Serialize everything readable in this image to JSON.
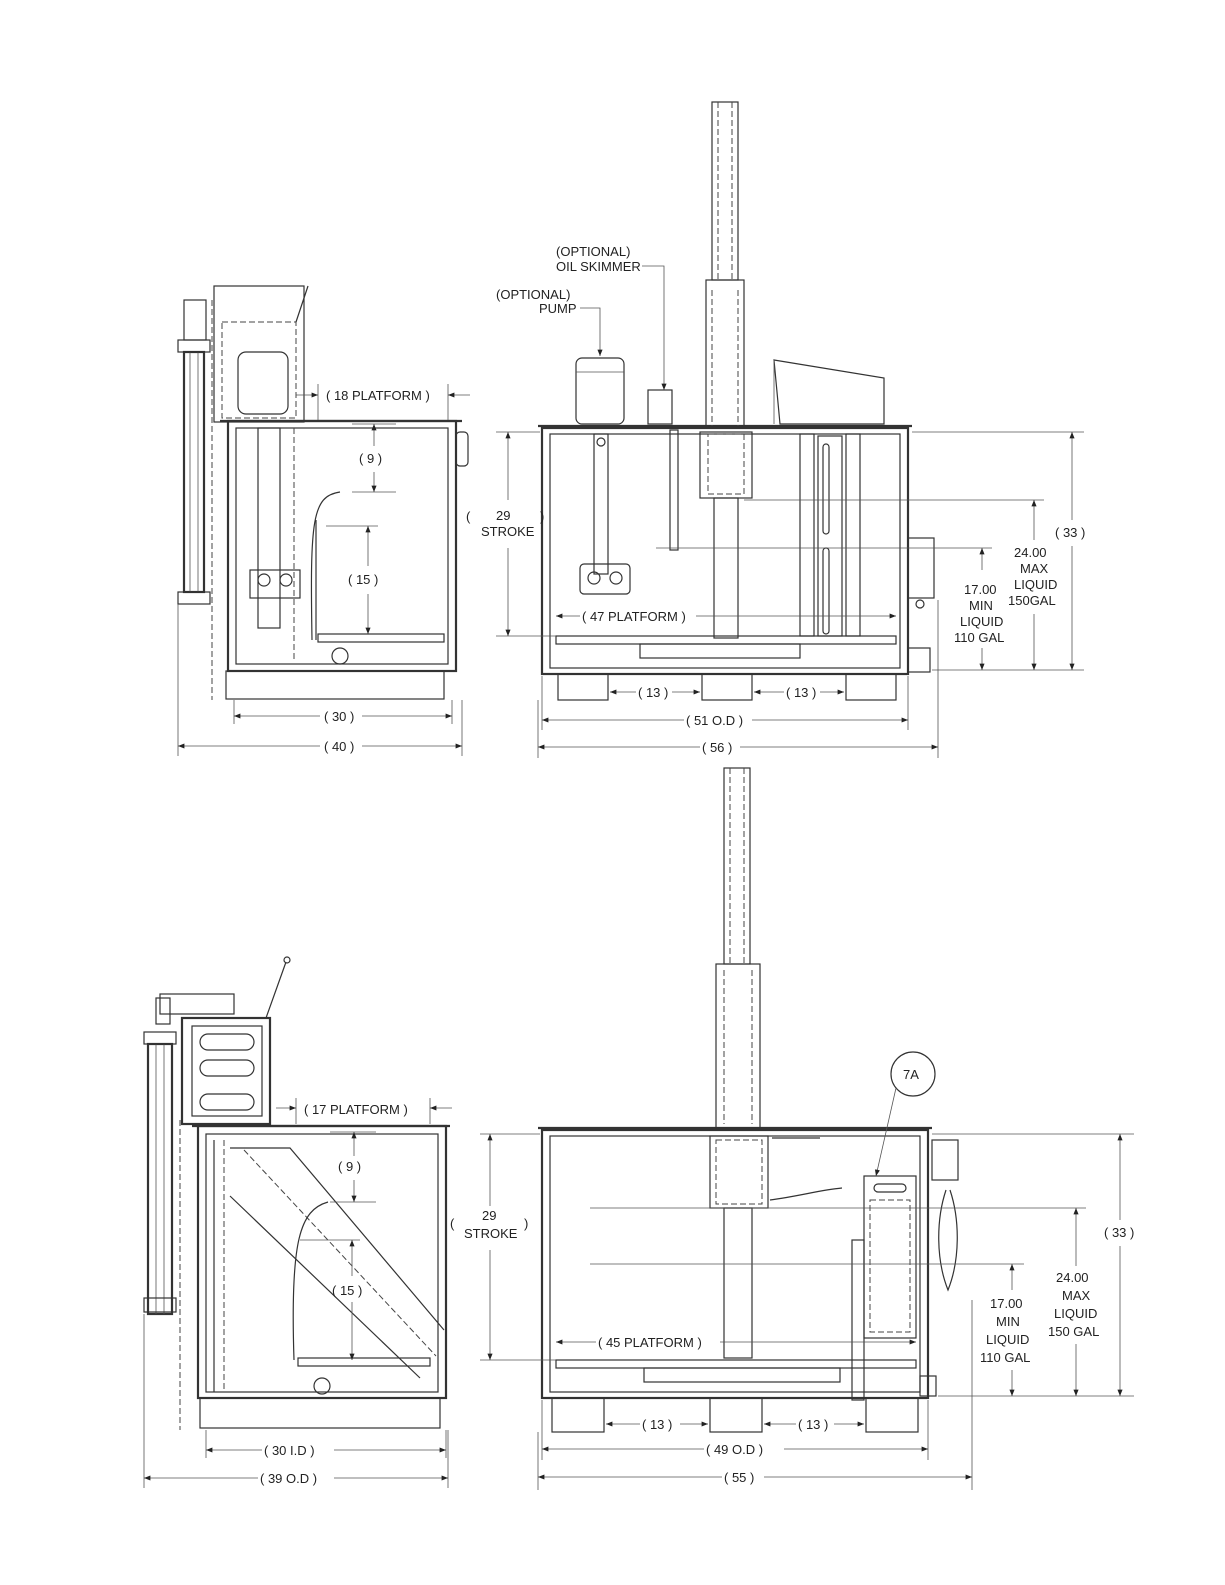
{
  "top": {
    "optional_oil_skimmer": [
      "(OPTIONAL)",
      "OIL SKIMMER"
    ],
    "optional_pump": [
      "(OPTIONAL)",
      "PUMP"
    ],
    "side": {
      "platform": "( 18 PLATFORM )",
      "nine": "( 9 )",
      "fifteen": "( 15 )",
      "thirty": "( 30 )",
      "forty": "( 40 )"
    },
    "front": {
      "stroke": [
        "29",
        "STROKE"
      ],
      "platform": "( 47 PLATFORM )",
      "thirteen_left": "( 13 )",
      "thirteen_right": "( 13 )",
      "od": "( 51 O.D )",
      "overall": "( 56 )",
      "height": "( 33 )",
      "max_liquid": [
        "24.00",
        "MAX",
        "LIQUID",
        "150GAL"
      ],
      "min_liquid": [
        "17.00",
        "MIN",
        "LIQUID",
        "110 GAL"
      ]
    }
  },
  "bottom": {
    "side": {
      "platform": "( 17 PLATFORM )",
      "nine": "( 9 )",
      "fifteen": "( 15 )",
      "id": "( 30 I.D )",
      "od": "( 39 O.D )"
    },
    "front": {
      "stroke": [
        "29",
        "STROKE"
      ],
      "balloon": "7A",
      "platform": "( 45 PLATFORM )",
      "thirteen_left": "( 13 )",
      "thirteen_right": "( 13 )",
      "od": "( 49 O.D )",
      "overall": "( 55 )",
      "height": "( 33 )",
      "max_liquid": [
        "24.00",
        "MAX",
        "LIQUID",
        "150 GAL"
      ],
      "min_liquid": [
        "17.00",
        "MIN",
        "LIQUID",
        "110 GAL"
      ]
    }
  }
}
